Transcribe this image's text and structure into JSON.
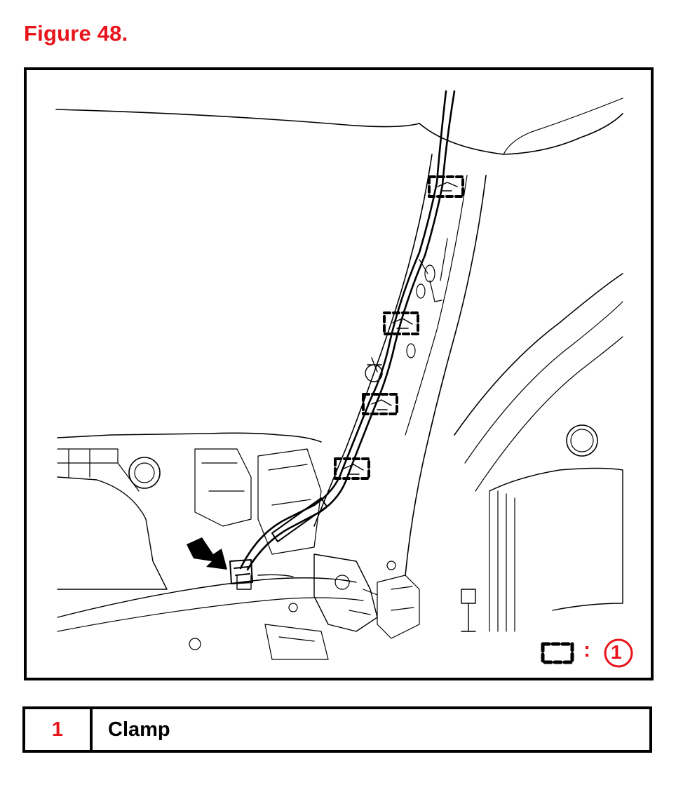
{
  "figure_title": "Figure 48.",
  "callout_number": "1",
  "callout_separator": ":",
  "legend": [
    {
      "number": "1",
      "label": "Clamp"
    }
  ],
  "colors": {
    "accent": "#e8141b",
    "line": "#000000",
    "background": "#ffffff"
  },
  "icons": [
    "clamp-dashed-box-icon",
    "arrow-icon",
    "callout-circle-icon"
  ]
}
